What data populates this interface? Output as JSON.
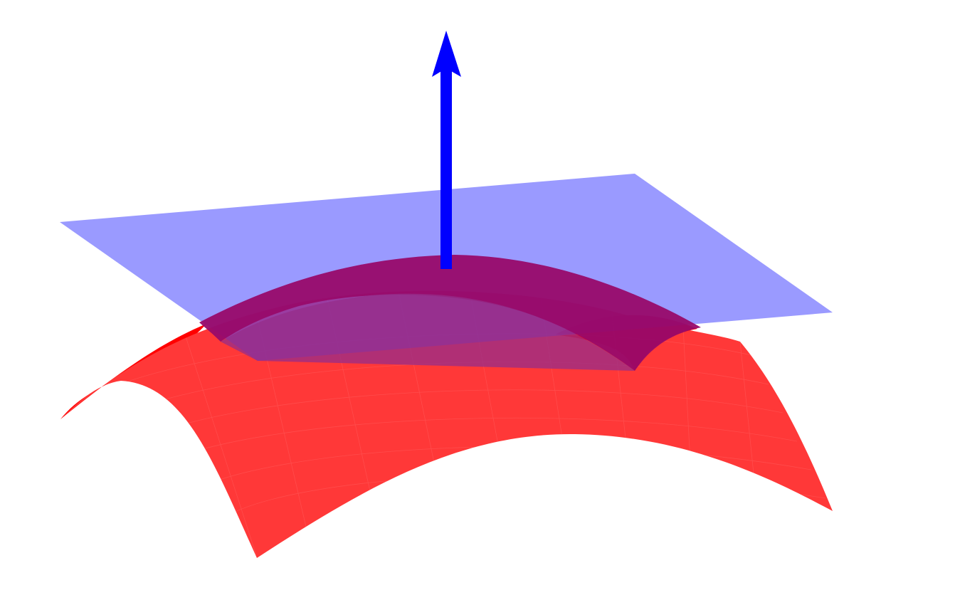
{
  "figure": {
    "background": "#ffffff",
    "surface": {
      "name": "curved-surface",
      "shape": "dome (cap)",
      "color": "#ff3838",
      "dark_color": "#ff0000",
      "mesh_line_color": "#ff5a5a"
    },
    "tangent_plane": {
      "name": "tangent-plane",
      "color": "#4040ff",
      "opacity": 0.53
    },
    "overlap_color": "#980a6a",
    "normal_vector": {
      "name": "normal-vector",
      "direction": "up",
      "color": "#0000ff"
    }
  }
}
